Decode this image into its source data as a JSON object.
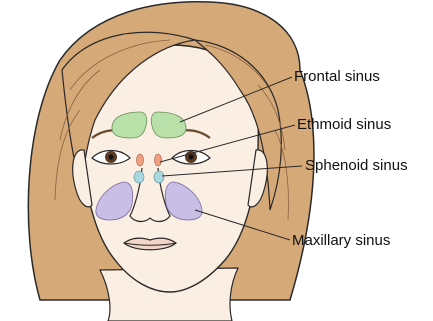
{
  "labels": {
    "frontal": "Frontal sinus",
    "ethmoid": "Ethmoid sinus",
    "sphenoid": "Sphenoid sinus",
    "maxillary": "Maxillary sinus"
  },
  "colors": {
    "hair": "#d6a978",
    "skin": "#fbeee2",
    "frontal_sinus": "#b8e0a8",
    "ethmoid_sinus": "#f0a080",
    "sphenoid_sinus": "#a8d8e0",
    "maxillary_sinus": "#c8bee6",
    "line": "#2a2a2a"
  }
}
